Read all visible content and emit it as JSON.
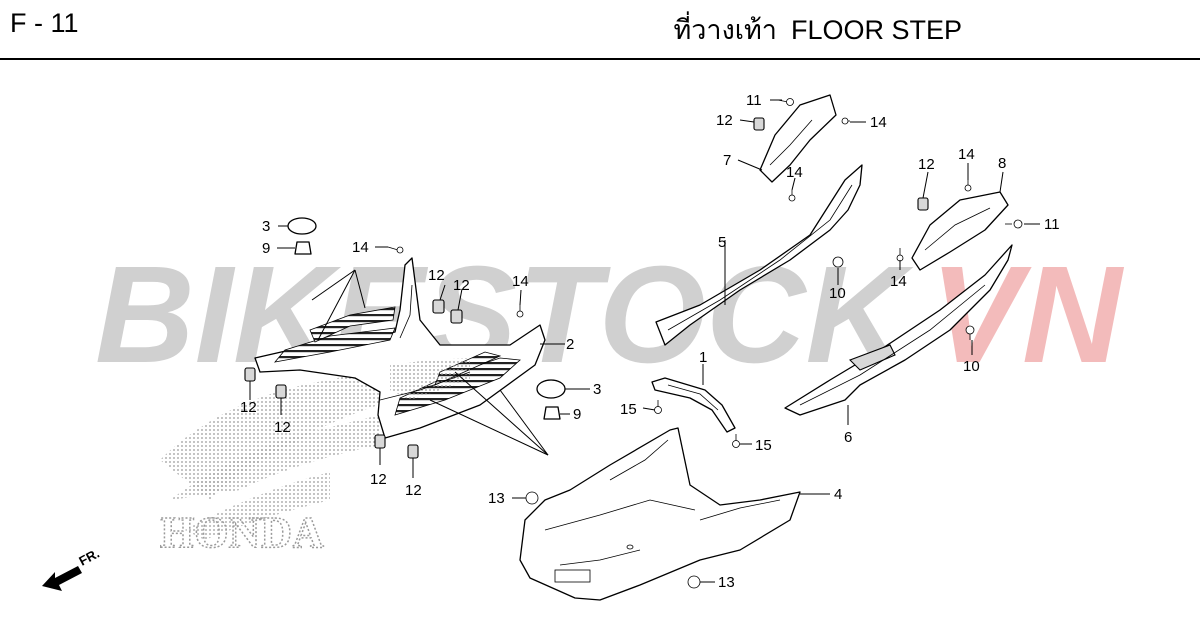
{
  "header": {
    "page_code": "F - 11",
    "title_th": "ที่วางเท้า",
    "title_en": "FLOOR STEP"
  },
  "watermark": {
    "text": "BIKESTOCK",
    "suffix": "VN",
    "color": "#c8c8c8",
    "suffix_color": "#f2b0b0"
  },
  "logo": {
    "text": "HONDA"
  },
  "direction": {
    "label": "FR."
  },
  "callouts": {
    "c1": "1",
    "c2": "2",
    "c3a": "3",
    "c3b": "3",
    "c4": "4",
    "c5": "5",
    "c6": "6",
    "c7": "7",
    "c8": "8",
    "c9a": "9",
    "c9b": "9",
    "c10a": "10",
    "c10b": "10",
    "c11a": "11",
    "c11b": "11",
    "c12a": "12",
    "c12b": "12",
    "c12c": "12",
    "c12d": "12",
    "c12e": "12",
    "c12f": "12",
    "c12g": "12",
    "c12h": "12",
    "c13a": "13",
    "c13b": "13",
    "c14a": "14",
    "c14b": "14",
    "c14c": "14",
    "c14d": "14",
    "c14e": "14",
    "c14f": "14",
    "c15a": "15",
    "c15b": "15"
  }
}
